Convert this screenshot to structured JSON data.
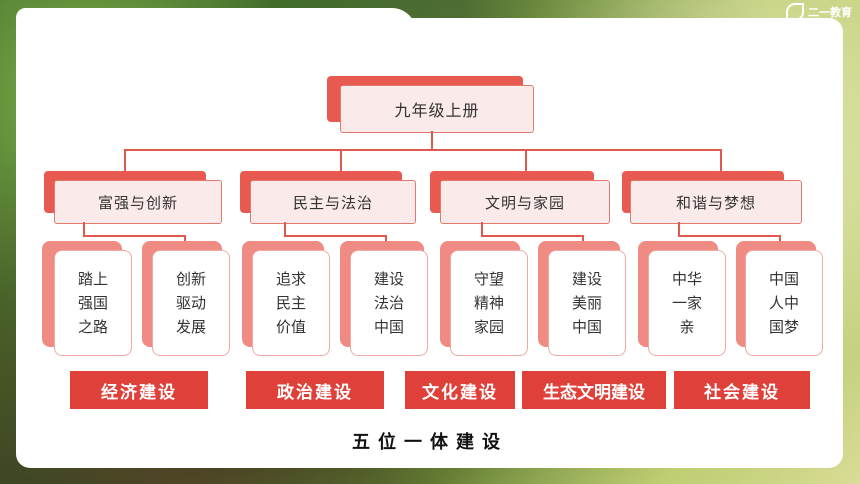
{
  "logo": {
    "text": "二一教育"
  },
  "top": {
    "label": "九年级上册"
  },
  "sections": [
    {
      "label": "富强与创新",
      "leaves": [
        "踏上强国之路",
        "创新驱动发展"
      ],
      "banner": "经济建设"
    },
    {
      "label": "民主与法治",
      "leaves": [
        "追求民主价值",
        "建设法治中国"
      ],
      "banner": "政治建设"
    },
    {
      "label": "文明与家园",
      "leaves": [
        "守望精神家园",
        "建设美丽中国"
      ],
      "banners": [
        "文化建设",
        "生态文明建设"
      ]
    },
    {
      "label": "和谐与梦想",
      "leaves": [
        "中华一家亲",
        "中国人中国梦"
      ],
      "banner": "社会建设"
    }
  ],
  "footer": {
    "text": "五位一体建设"
  },
  "colors": {
    "accent": "#e0403a",
    "box_fill": "#fbeaea",
    "leaf_back": "#f08b84"
  }
}
